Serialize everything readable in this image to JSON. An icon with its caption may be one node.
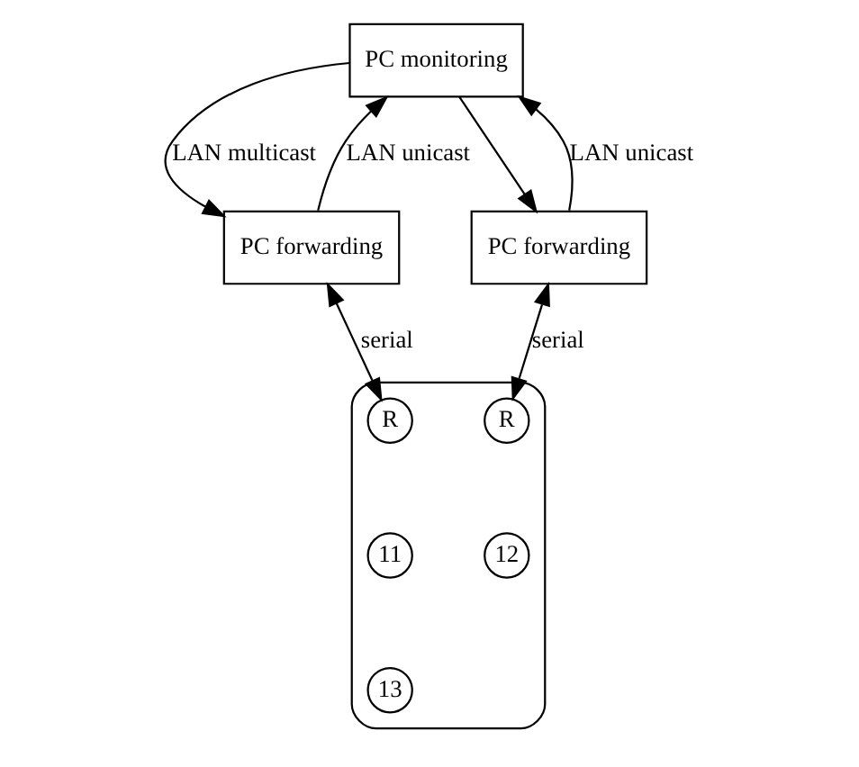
{
  "diagram": {
    "nodes": [
      {
        "text": [
          "PC monitoring"
        ]
      },
      {
        "text": [
          "PC forwarding"
        ]
      },
      {
        "text": [
          "PC forwarding"
        ]
      },
      {
        "text": [],
        "shape": "cloud"
      },
      {
        "text": [
          "R"
        ],
        "in": 3
      },
      {
        "text": [
          "R"
        ],
        "in": 3
      },
      {
        "text": [
          "12"
        ],
        "in": 3
      },
      {
        "text": [
          "11"
        ],
        "in": 3
      },
      {
        "text": [
          "13"
        ],
        "in": 3
      }
    ],
    "edges": [
      {
        "from": 1,
        "to": 0,
        "arrow": "to",
        "label": "LAN unicast"
      },
      {
        "from": 2,
        "to": 0,
        "arrow": "to",
        "label": "LAN unicast"
      },
      {
        "from": 0,
        "to": 1,
        "arrow": "to",
        "label": "LAN multicast"
      },
      {
        "from": 0,
        "to": 2,
        "arrow": "to"
      },
      {
        "from": 1,
        "to": 4,
        "arrow": "both",
        "label": "serial"
      },
      {
        "from": 2,
        "to": 5,
        "arrow": "both",
        "label": "serial"
      }
    ]
  }
}
